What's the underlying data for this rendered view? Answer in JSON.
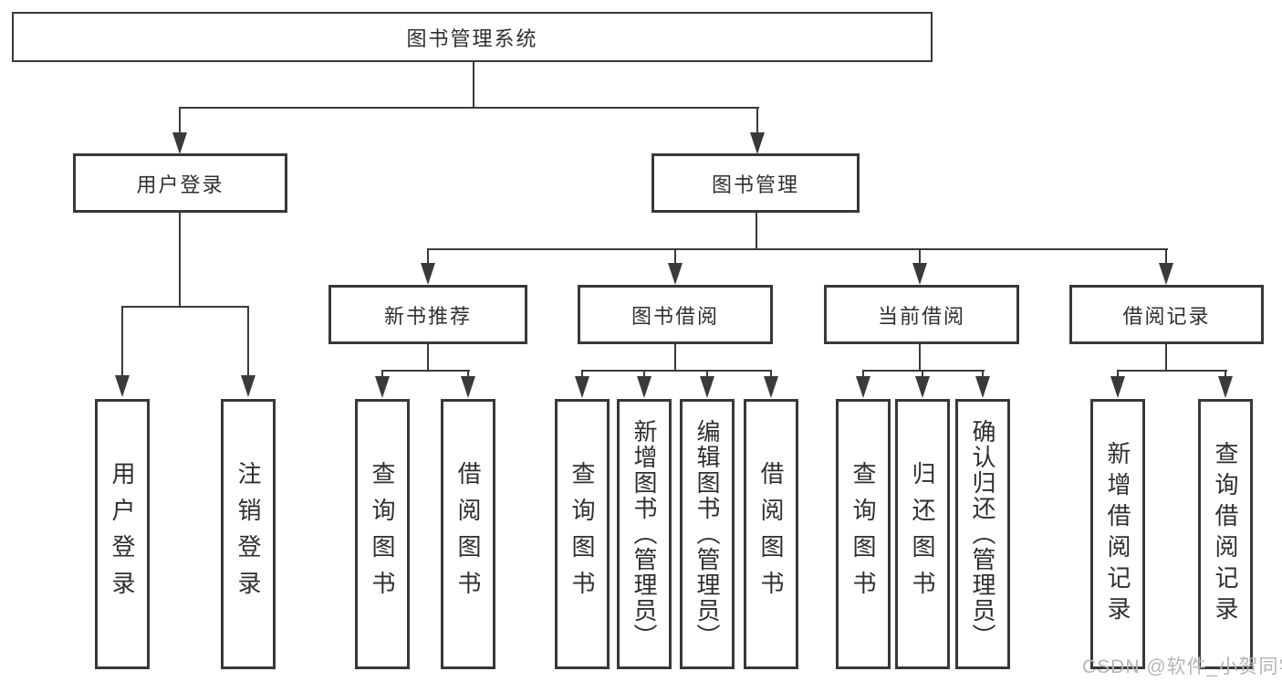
{
  "colors": {
    "line": "#3a3a3a",
    "box_border": "#383838",
    "text": "#2f2f2f",
    "watermark": "#b5b5b5",
    "background": "#ffffff"
  },
  "watermark": {
    "text": "CSDN @软件_小贺同学"
  },
  "tree": {
    "root": {
      "label": "图书管理系统",
      "children": [
        {
          "label": "用户登录",
          "children": [
            {
              "label": "用户登录"
            },
            {
              "label": "注销登录"
            }
          ]
        },
        {
          "label": "图书管理",
          "children": [
            {
              "label": "新书推荐",
              "children": [
                {
                  "label": "查询图书"
                },
                {
                  "label": "借阅图书"
                }
              ]
            },
            {
              "label": "图书借阅",
              "children": [
                {
                  "label": "查询图书"
                },
                {
                  "label": "新增图书（管理员）"
                },
                {
                  "label": "编辑图书（管理员）"
                },
                {
                  "label": "借阅图书"
                }
              ]
            },
            {
              "label": "当前借阅",
              "children": [
                {
                  "label": "查询图书"
                },
                {
                  "label": "归还图书"
                },
                {
                  "label": "确认归还（管理员）"
                }
              ]
            },
            {
              "label": "借阅记录",
              "children": [
                {
                  "label": "新增借阅记录"
                },
                {
                  "label": "查询借阅记录"
                }
              ]
            }
          ]
        }
      ]
    }
  }
}
